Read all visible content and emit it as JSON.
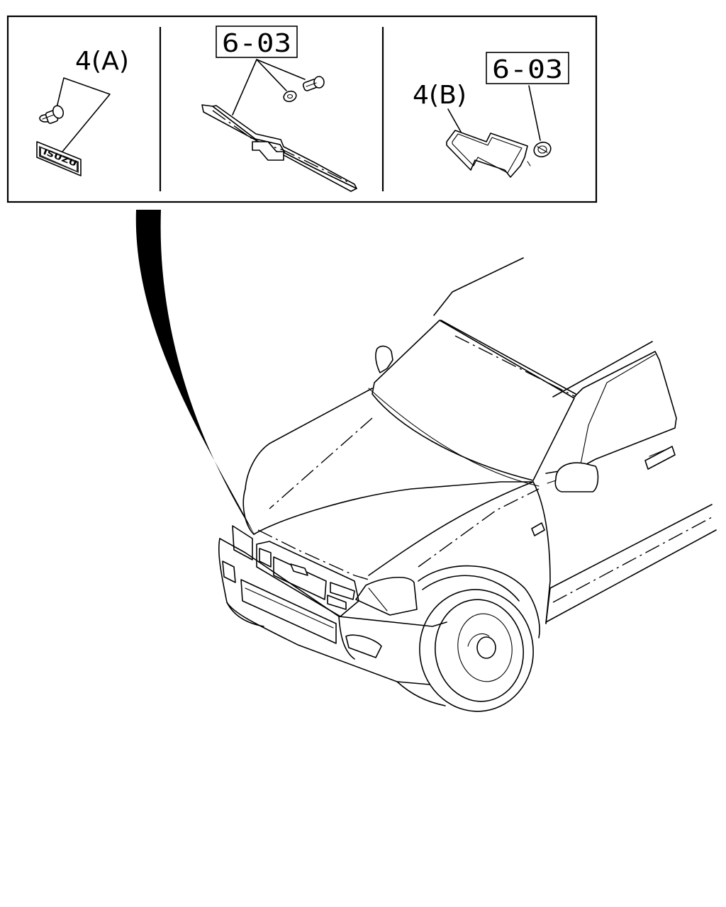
{
  "callouts": {
    "part_a": "4(A)",
    "part_b": "4(B)",
    "ref_grille": "6-03",
    "ref_emblem": "6-03"
  },
  "badge": {
    "text": "ISUZU"
  }
}
